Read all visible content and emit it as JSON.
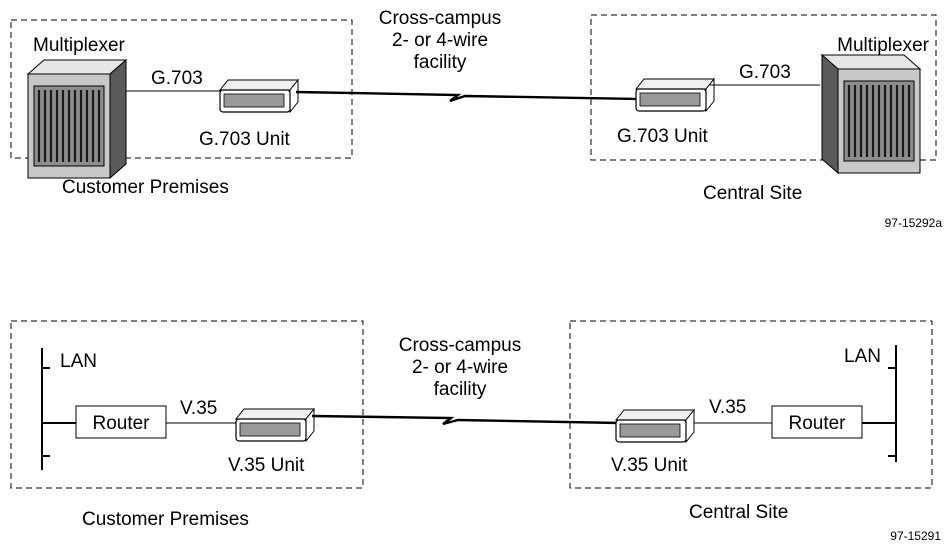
{
  "diagram1": {
    "customer_box": {
      "multiplexer_label": "Multiplexer",
      "link_label": "G.703",
      "unit_label": "G.703 Unit",
      "site_label": "Customer Premises"
    },
    "link": {
      "line1": "Cross-campus",
      "line2": "2- or 4-wire",
      "line3": "facility"
    },
    "central_box": {
      "multiplexer_label": "Multiplexer",
      "link_label": "G.703",
      "unit_label": "G.703 Unit",
      "site_label": "Central Site"
    },
    "figure_id": "97-15292a"
  },
  "diagram2": {
    "customer_box": {
      "lan_label": "LAN",
      "router_label": "Router",
      "link_label": "V.35",
      "unit_label": "V.35 Unit",
      "site_label": "Customer Premises"
    },
    "link": {
      "line1": "Cross-campus",
      "line2": "2- or 4-wire",
      "line3": "facility"
    },
    "central_box": {
      "lan_label": "LAN",
      "router_label": "Router",
      "link_label": "V.35",
      "unit_label": "V.35 Unit",
      "site_label": "Central Site"
    },
    "figure_id": "97-15291"
  }
}
